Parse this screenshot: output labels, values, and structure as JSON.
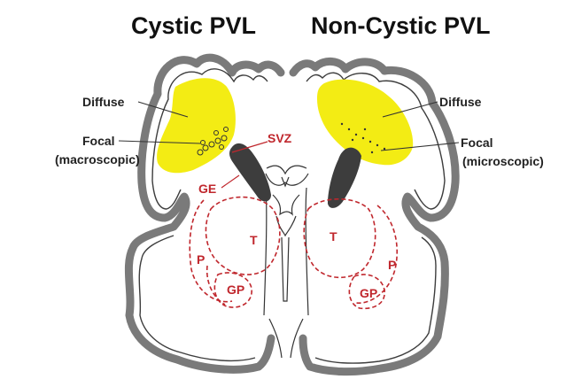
{
  "titles": {
    "left": "Cystic PVL",
    "right": "Non-Cystic PVL"
  },
  "labels": {
    "diffuse_left": "Diffuse",
    "focal_left_line1": "Focal",
    "focal_left_line2": "(macroscopic)",
    "diffuse_right": "Diffuse",
    "focal_right_line1": "Focal",
    "focal_right_line2": "(microscopic)",
    "svz": "SVZ",
    "ge": "GE",
    "thalamus_left": "T",
    "thalamus_right": "T",
    "putamen_left": "P",
    "putamen_right": "P",
    "globus_pallidus_left": "GP",
    "globus_pallidus_right": "GP"
  },
  "colors": {
    "lesion": "#f3ec14",
    "structure_labels": "#c0272d",
    "ventricle": "#3d3d3d",
    "cortex": "#7a7a7a"
  }
}
